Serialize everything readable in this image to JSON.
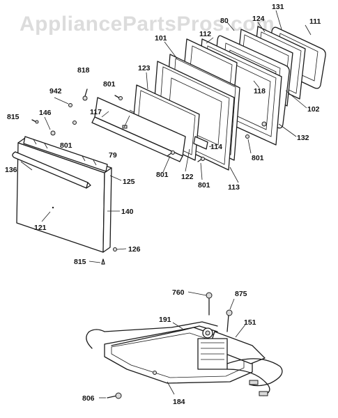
{
  "watermark": "AppliancePartsPros.com",
  "callouts": {
    "c80": "80",
    "c131": "131",
    "c124": "124",
    "c111": "111",
    "c112": "112",
    "c101": "101",
    "c818": "818",
    "c123": "123",
    "c801a": "801",
    "c942": "942",
    "c118": "118",
    "c117": "117",
    "c146": "146",
    "c815a": "815",
    "c102": "102",
    "c801b": "801",
    "c79": "79",
    "c114": "114",
    "c132": "132",
    "c801c": "801",
    "c136": "136",
    "c801d": "801",
    "c122": "122",
    "c801e": "801",
    "c125": "125",
    "c113": "113",
    "c140": "140",
    "c121": "121",
    "c126": "126",
    "c815b": "815",
    "c760": "760",
    "c875": "875",
    "c191": "191",
    "c151": "151",
    "c806": "806",
    "c184": "184"
  }
}
